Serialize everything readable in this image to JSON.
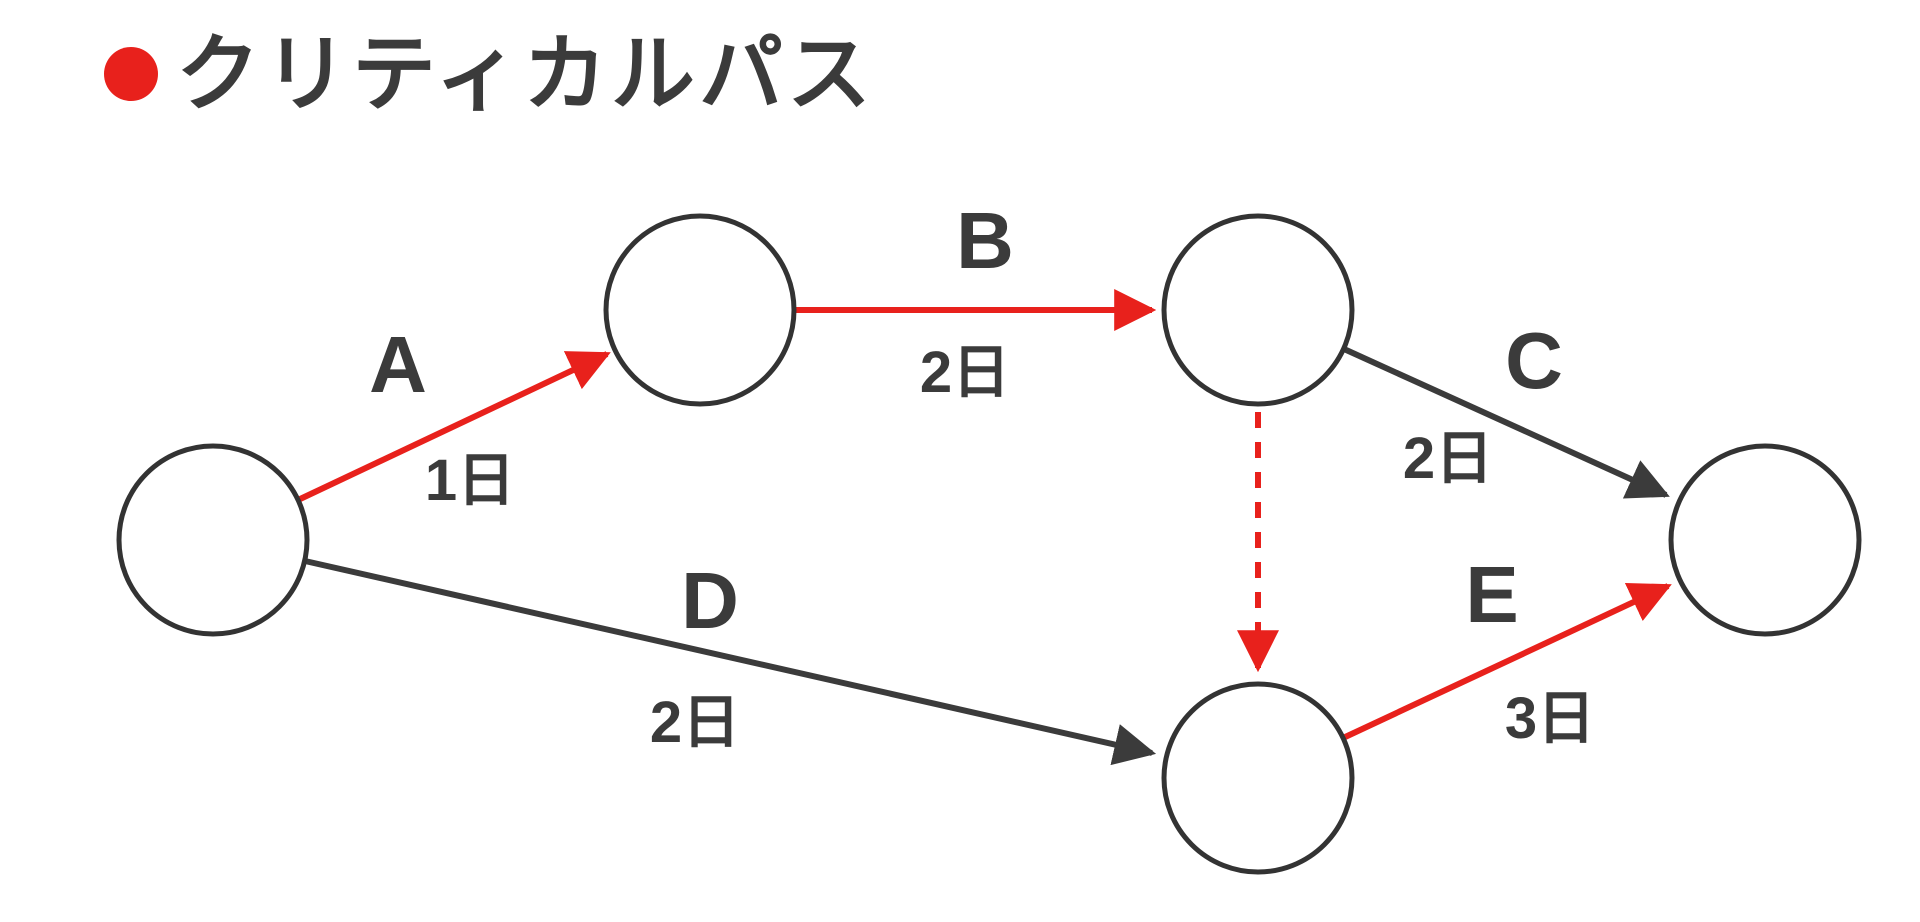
{
  "title": {
    "text": "クリティカルパス"
  },
  "legend": {
    "bullet_icon": "red-dot"
  },
  "colors": {
    "critical_red": "#e8211c",
    "line_dark": "#3b3b3b",
    "node_stroke": "#333333",
    "node_fill": "#ffffff",
    "background": "#ffffff"
  },
  "diagram": {
    "type": "activity-network",
    "nodes": [
      {
        "id": "start"
      },
      {
        "id": "after-a"
      },
      {
        "id": "after-b"
      },
      {
        "id": "end"
      },
      {
        "id": "after-d"
      }
    ],
    "edges": [
      {
        "activity": "A",
        "duration": "1日",
        "from": "start",
        "to": "after-a",
        "critical": true,
        "style": "solid"
      },
      {
        "activity": "B",
        "duration": "2日",
        "from": "after-a",
        "to": "after-b",
        "critical": true,
        "style": "solid"
      },
      {
        "activity": "C",
        "duration": "2日",
        "from": "after-b",
        "to": "end",
        "critical": false,
        "style": "solid"
      },
      {
        "activity": "D",
        "duration": "2日",
        "from": "start",
        "to": "after-d",
        "critical": false,
        "style": "solid"
      },
      {
        "activity": "E",
        "duration": "3日",
        "from": "after-d",
        "to": "end",
        "critical": true,
        "style": "solid"
      },
      {
        "activity": "",
        "duration": "",
        "from": "after-b",
        "to": "after-d",
        "critical": true,
        "style": "dashed"
      }
    ]
  }
}
